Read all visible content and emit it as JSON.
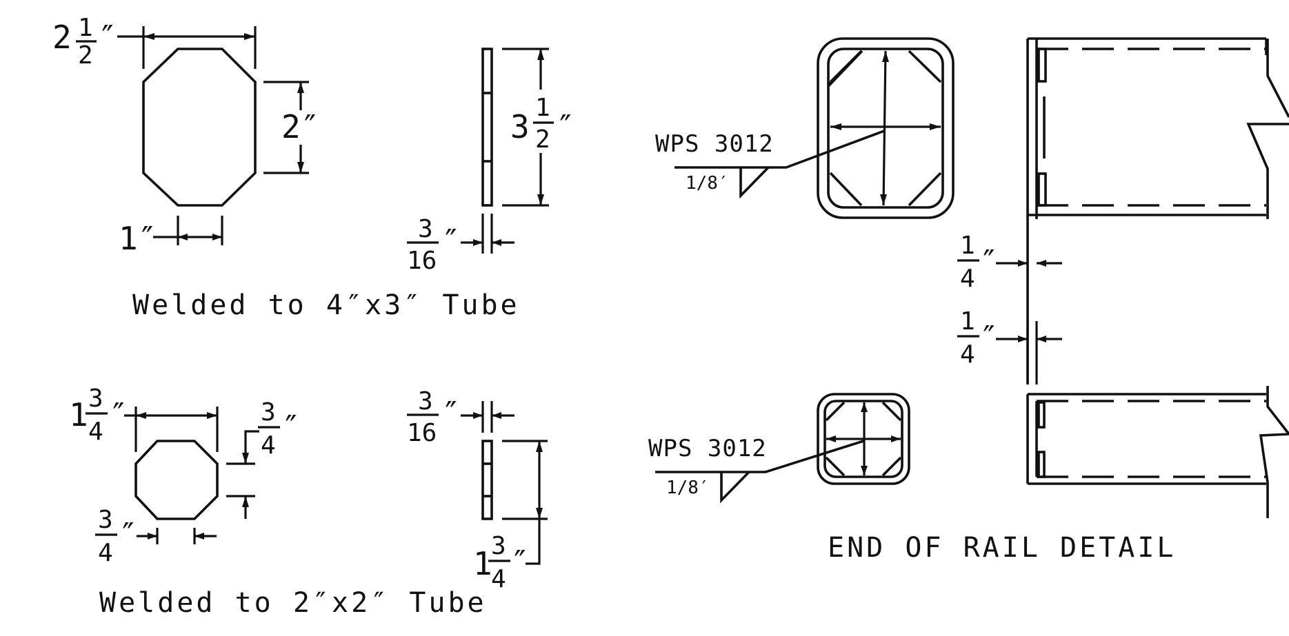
{
  "top_plate": {
    "width_whole": "2",
    "width_num": "1",
    "width_den": "2",
    "height": "2″",
    "chamfer": "1″",
    "thick_whole": "3",
    "thick_num": "1",
    "thick_den": "2",
    "thick_frac_num": "3",
    "thick_frac_den": "16",
    "caption": "Welded to 4″x3″ Tube"
  },
  "bottom_plate": {
    "width_whole": "1",
    "width_num": "3",
    "width_den": "4",
    "height_num": "3",
    "height_den": "4",
    "chamfer_num": "3",
    "chamfer_den": "4",
    "thick_num": "3",
    "thick_den": "16",
    "length_whole": "1",
    "length_num": "3",
    "length_den": "4",
    "caption": "Welded to 2″x2″ Tube"
  },
  "weld_top": {
    "spec": "WPS 3012",
    "size": "1/8′"
  },
  "weld_bottom": {
    "spec": "WPS 3012",
    "size": "1/8′"
  },
  "rail_top_gap": {
    "num": "1",
    "den": "4"
  },
  "rail_bottom_gap": {
    "num": "1",
    "den": "4"
  },
  "detail_title": "END OF RAIL DETAIL"
}
